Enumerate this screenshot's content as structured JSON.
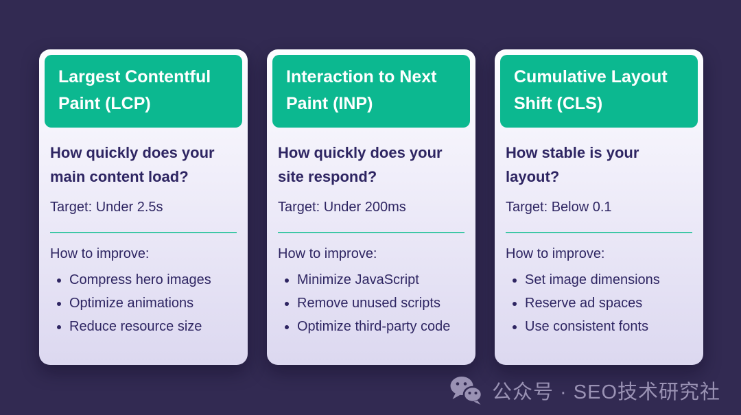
{
  "colors": {
    "background": "#322a52",
    "header_green": "#0cb890",
    "text_ink": "#2e2562",
    "divider_teal": "#3fc7a6",
    "card_gradient_top": "#fdfdff",
    "card_gradient_bottom": "#dcd8f0",
    "watermark": "#9a92b4"
  },
  "cards": [
    {
      "header": "Largest Contentful Paint (LCP)",
      "question": "How quickly does your main content load?",
      "target": "Target: Under 2.5s",
      "improve_label": "How to improve:",
      "items": [
        "Compress hero images",
        "Optimize animations",
        "Reduce resource size"
      ]
    },
    {
      "header": "Interaction to Next Paint (INP)",
      "question": "How quickly does your site respond?",
      "target": "Target: Under 200ms",
      "improve_label": "How to improve:",
      "items": [
        "Minimize JavaScript",
        "Remove unused scripts",
        "Optimize third-party code"
      ]
    },
    {
      "header": "Cumulative Layout Shift (CLS)",
      "question": "How stable is your layout?",
      "target": "Target: Below 0.1",
      "improve_label": "How to improve:",
      "items": [
        "Set image dimensions",
        "Reserve ad spaces",
        "Use consistent fonts"
      ]
    }
  ],
  "watermark": {
    "icon": "wechat-chat-bubbles-icon",
    "text": "公众号 · SEO技术研究社"
  }
}
